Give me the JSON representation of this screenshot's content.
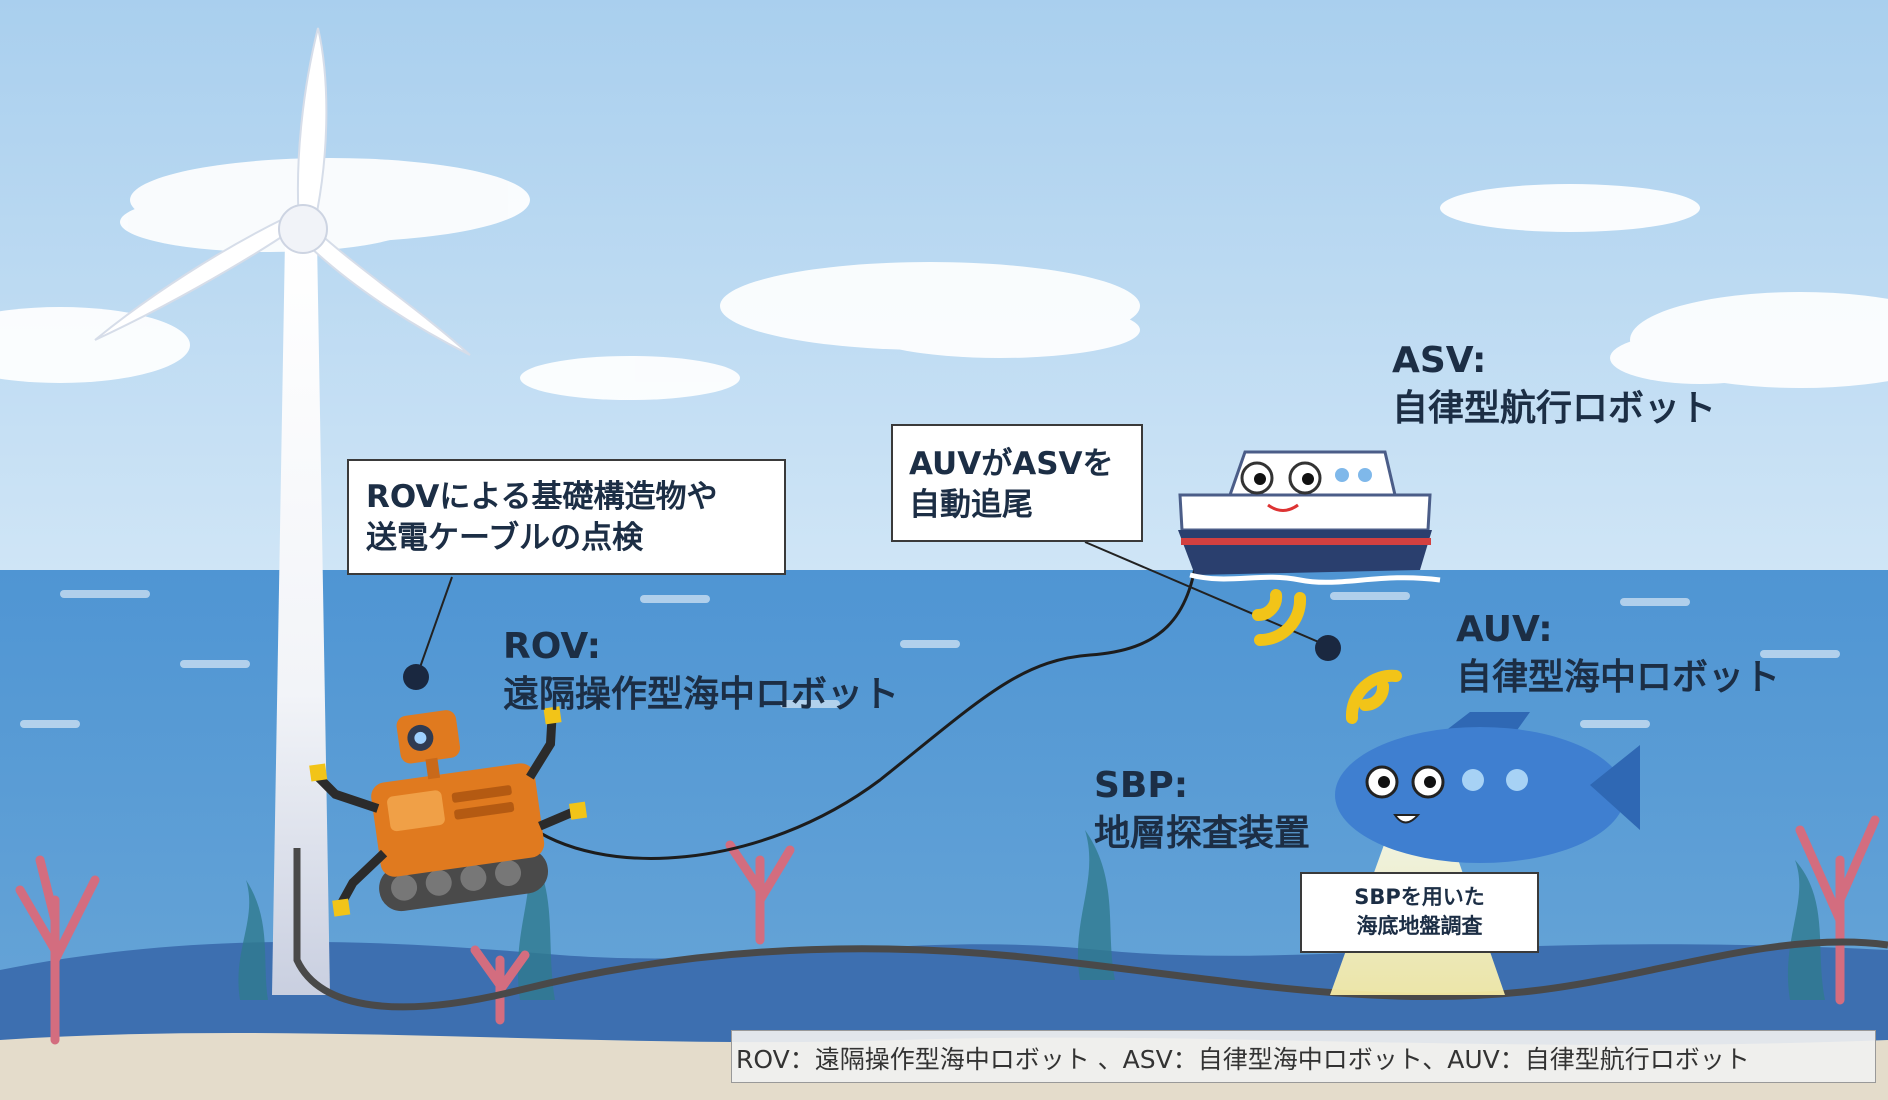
{
  "labels": {
    "asv": {
      "line1": "ASV:",
      "line2": "自律型航行ロボット"
    },
    "auv": {
      "line1": "AUV:",
      "line2": "自律型海中ロボット"
    },
    "rov": {
      "line1": "ROV:",
      "line2": "遠隔操作型海中ロボット"
    },
    "sbp": {
      "line1": "SBP:",
      "line2": "地層探査装置"
    }
  },
  "callouts": {
    "rov_inspection": {
      "line1": "ROVによる基礎構造物や",
      "line2": "送電ケーブルの点検"
    },
    "auv_follow": {
      "line1": "AUVがASVを",
      "line2": "自動追尾"
    },
    "sbp_survey": {
      "line1": "SBPを用いた",
      "line2": "海底地盤調査"
    }
  },
  "footnote": "ROV：遠隔操作型海中ロボット 、ASV：自律型海中ロボット、AUV：自律型航行ロボット",
  "colors": {
    "sky": "#bcdaf1",
    "sea": "#4d8fcd",
    "rov_body": "#e07a1f",
    "auv_body": "#3f7fd0",
    "ship_hull": "#2a3f6e",
    "signal": "#f2c418",
    "text": "#1c2e45"
  }
}
